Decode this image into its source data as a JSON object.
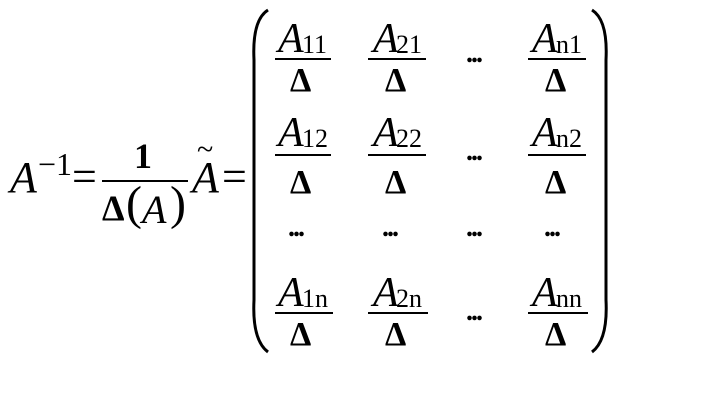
{
  "formula": {
    "lhs": {
      "base": "A",
      "exp": "−1"
    },
    "equals": "=",
    "fraction": {
      "numerator": "1",
      "delta": "Δ",
      "open_paren": "(",
      "arg": "A",
      "close_paren": ")"
    },
    "adjugate": {
      "tilde": "~",
      "base": "A"
    },
    "equals2": "=",
    "matrix": {
      "delta": "Δ",
      "ellipsis": "...",
      "row1": [
        {
          "base": "A",
          "sub": "11"
        },
        {
          "base": "A",
          "sub": "21"
        },
        {
          "base": "A",
          "sub": "n1"
        }
      ],
      "row2": [
        {
          "base": "A",
          "sub": "12"
        },
        {
          "base": "A",
          "sub": "22"
        },
        {
          "base": "A",
          "sub": "n2"
        }
      ],
      "row4": [
        {
          "base": "A",
          "sub": "1n"
        },
        {
          "base": "A",
          "sub": "2n"
        },
        {
          "base": "A",
          "sub": "nn"
        }
      ]
    }
  }
}
